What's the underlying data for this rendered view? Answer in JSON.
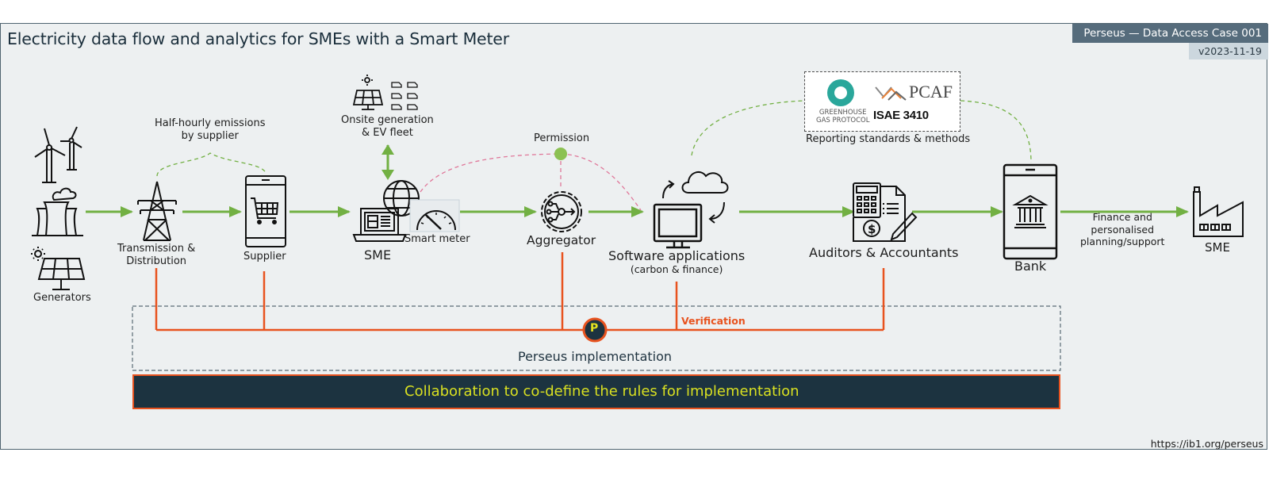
{
  "header": {
    "title": "Electricity data flow and analytics for SMEs with a Smart Meter",
    "case_badge": "Perseus — Data Access Case 001",
    "version_badge": "v2023-11-19"
  },
  "footer": {
    "url": "https://ib1.org/perseus"
  },
  "nodes": {
    "generators": "Generators",
    "transmission": {
      "line1": "Transmission &",
      "line2": "Distribution"
    },
    "supplier": "Supplier",
    "half_hourly": {
      "line1": "Half-hourly emissions",
      "line2": "by supplier"
    },
    "onsite": {
      "line1": "Onsite generation",
      "line2": "& EV fleet"
    },
    "sme": "SME",
    "smart_meter": "Smart meter",
    "permission": "Permission",
    "aggregator": "Aggregator",
    "software": {
      "title": "Software applications",
      "subtitle": "(carbon & finance)"
    },
    "auditors": "Auditors & Accountants",
    "bank": "Bank",
    "finance_note": {
      "line1": "Finance and",
      "line2": "personalised",
      "line3": "planning/support"
    },
    "sme_end": "SME"
  },
  "standards": {
    "ghg": {
      "line1": "GREENHOUSE",
      "line2": "GAS PROTOCOL"
    },
    "pcaf": "PCAF",
    "isae": "ISAE 3410",
    "caption": "Reporting standards & methods"
  },
  "perseus": {
    "badge_letter": "P",
    "verification": "Verification",
    "implementation": "Perseus implementation",
    "collaboration": "Collaboration to co-define the rules for implementation"
  },
  "colors": {
    "flow_green": "#72b043",
    "perseus_orange": "#e8531f",
    "permission_pink": "#e0789a",
    "dark_navy": "#1c3340",
    "collab_yellow": "#d9e021",
    "background": "#edf0f1"
  }
}
